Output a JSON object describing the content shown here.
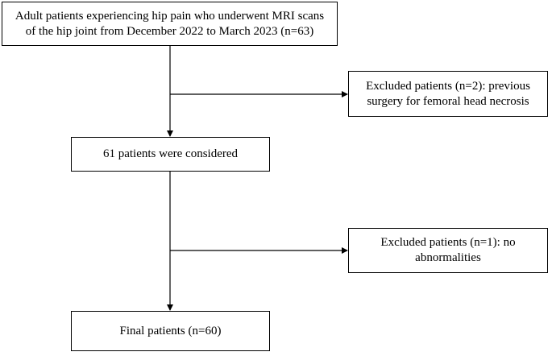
{
  "flowchart": {
    "box1": {
      "line1": "Adult patients experiencing hip pain who underwent MRI scans",
      "line2": "of the hip joint from December 2022 to March 2023 (n=63)"
    },
    "box2": {
      "line1": "Excluded patients (n=2): previous",
      "line2": "surgery for femoral head necrosis"
    },
    "box3": {
      "line1": "61 patients were considered"
    },
    "box4": {
      "line1": "Excluded patients (n=1): no",
      "line2": "abnormalities"
    },
    "box5": {
      "line1": "Final patients (n=60)"
    }
  }
}
